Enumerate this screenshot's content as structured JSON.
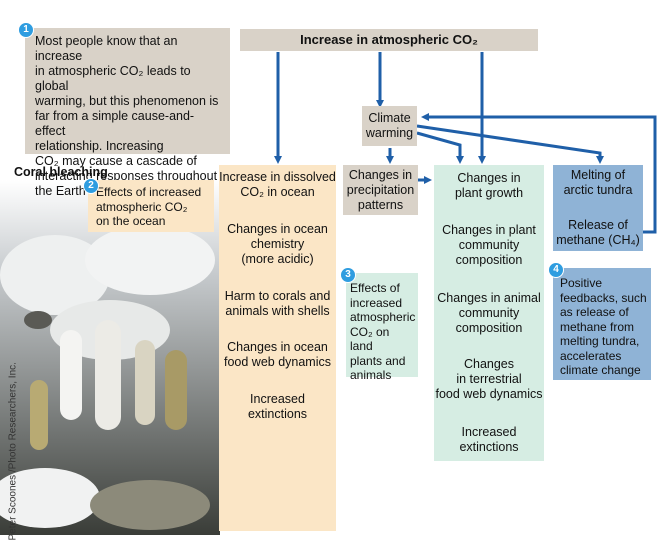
{
  "intro": {
    "number": "1",
    "lines": [
      "Most people know that an increase",
      "in atmospheric CO₂ leads to global",
      "warming, but this phenomenon is",
      "far from a simple cause-and-effect",
      "relationship. Increasing",
      "CO₂ may cause a cascade of",
      "interacting responses throughout",
      "the Earth system."
    ]
  },
  "top_box": "Increase in atmospheric CO₂",
  "photo_label": "Coral bleaching",
  "photo_credit": "Peter Scoones /Photo Researchers, Inc.",
  "callout2": {
    "number": "2",
    "lines": [
      "Effects of increased",
      "atmospheric CO₂",
      "on the ocean"
    ]
  },
  "callout3": {
    "number": "3",
    "lines": [
      "Effects of",
      "increased",
      "atmospheric",
      "CO₂ on land",
      "plants and",
      "animals"
    ]
  },
  "callout4": {
    "number": "4",
    "lines": [
      "Positive",
      "feedbacks, such",
      "as release of",
      "methane from",
      "melting tundra,",
      "accelerates",
      "climate change"
    ]
  },
  "climate_warming": [
    "Climate",
    "warming"
  ],
  "precipitation": [
    "Changes in",
    "precipitation",
    "patterns"
  ],
  "ocean_column": [
    [
      "Increase in dissolved",
      "CO₂ in ocean"
    ],
    [
      "Changes in ocean",
      "chemistry",
      "(more acidic)"
    ],
    [
      "Harm to corals and",
      "animals with shells"
    ],
    [
      "Changes in ocean",
      "food web dynamics"
    ],
    [
      "Increased",
      "extinctions"
    ]
  ],
  "land_column": [
    [
      "Changes in",
      "plant growth"
    ],
    [
      "Changes in plant",
      "community",
      "composition"
    ],
    [
      "Changes in animal",
      "community",
      "composition"
    ],
    [
      "Changes",
      "in terrestrial",
      "food web dynamics"
    ],
    [
      "Increased",
      "extinctions"
    ]
  ],
  "tundra": [
    [
      "Melting of",
      "arctic tundra"
    ],
    [
      "Release of",
      "methane (CH₄)"
    ]
  ],
  "colors": {
    "arrow": "#1f5fa8",
    "tan": "#d9d2c8",
    "peach": "#fbe6c6",
    "mint": "#d6ede3",
    "blue": "#8fb3d6",
    "badge": "#2f9de0"
  }
}
